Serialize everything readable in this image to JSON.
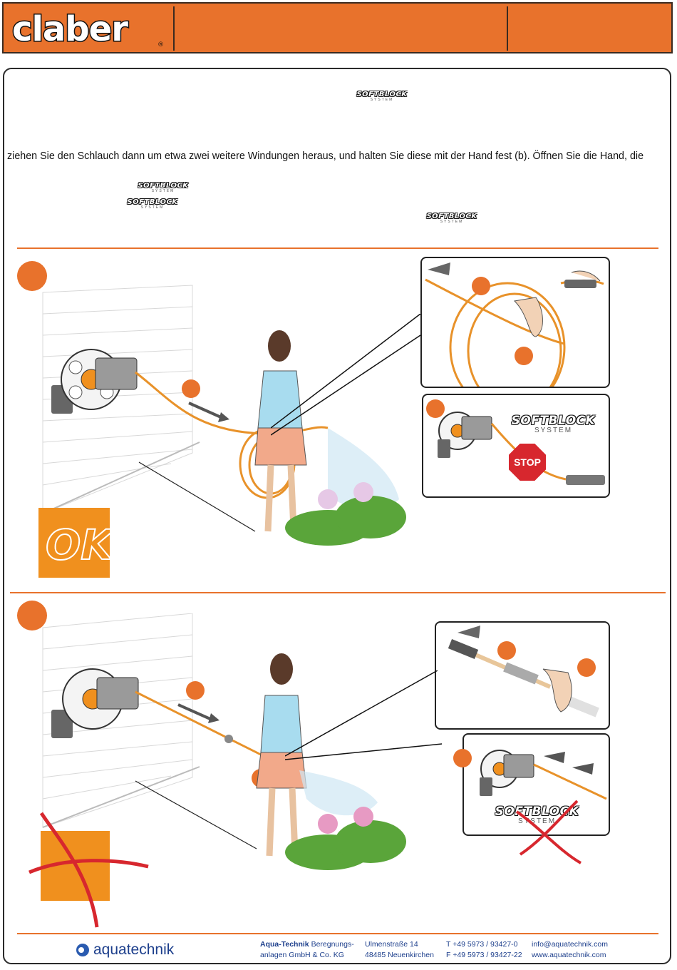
{
  "header": {
    "brand": "claber",
    "registered": "®"
  },
  "body": {
    "line3": "ziehen Sie den Schlauch dann um etwa zwei weitere Windungen heraus, und halten Sie diese mit der Hand fest (b). Öffnen Sie die Hand, die"
  },
  "softblock": {
    "logo": "SOFTBLOCK",
    "system": "SYSTEM"
  },
  "illustration_top": {
    "ok_label": "OK",
    "stop_label": "STOP"
  },
  "footer": {
    "logo_text": "aquatechnik",
    "company_bold": "Aqua-Technik",
    "company_rest1": " Beregnungs-",
    "company_line2": "anlagen GmbH & Co. KG",
    "street": "Ulmenstraße 14",
    "city": "48485 Neuenkirchen",
    "phone": "T +49 5973 / 93427-0",
    "fax": "F +49 5973 / 93427-22",
    "email": "info@aquatechnik.com",
    "web": "www.aquatechnik.com"
  },
  "colors": {
    "brand_orange": "#e8722c",
    "panel_orange": "#f0901e",
    "stop_red": "#d7272e",
    "footer_blue": "#1d3f8c"
  }
}
